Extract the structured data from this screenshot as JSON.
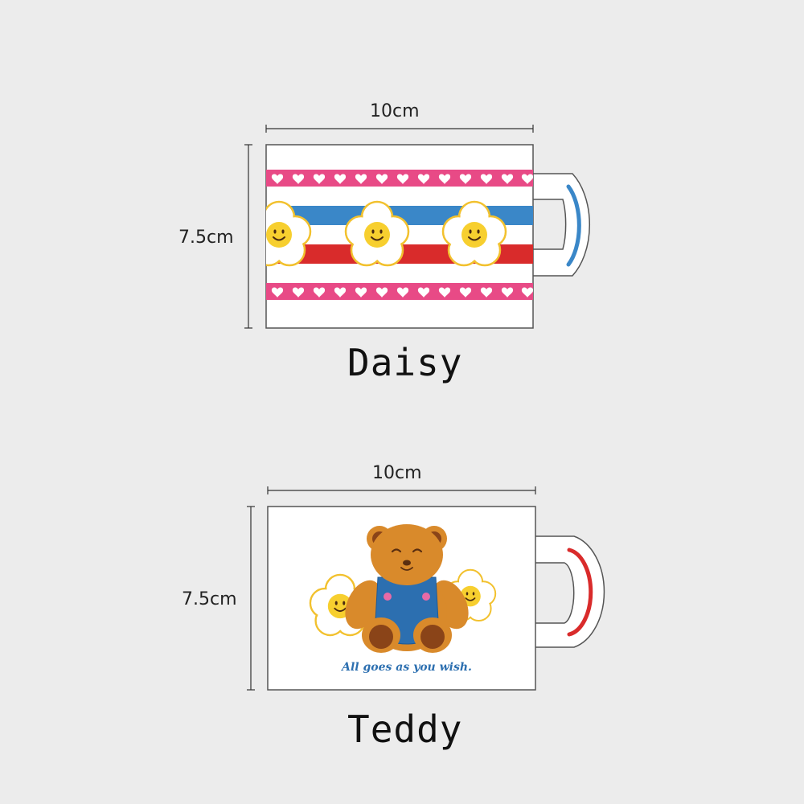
{
  "mugs": [
    {
      "name": "Daisy",
      "width_label": "10cm",
      "height_label": "7.5cm",
      "design": "daisy-stripes",
      "handle_color": "#3a87c8"
    },
    {
      "name": "Teddy",
      "width_label": "10cm",
      "height_label": "7.5cm",
      "design": "teddy-bear",
      "handle_color": "#d92b2b",
      "slogan": "All goes as you wish."
    }
  ],
  "colors": {
    "pink": "#e84a86",
    "blue": "#3a87c8",
    "red": "#d92b2b",
    "petal_outline": "#f2c12e",
    "face": "#f7cf2f",
    "bear": "#d98a2b",
    "overalls": "#2c6fb0"
  }
}
